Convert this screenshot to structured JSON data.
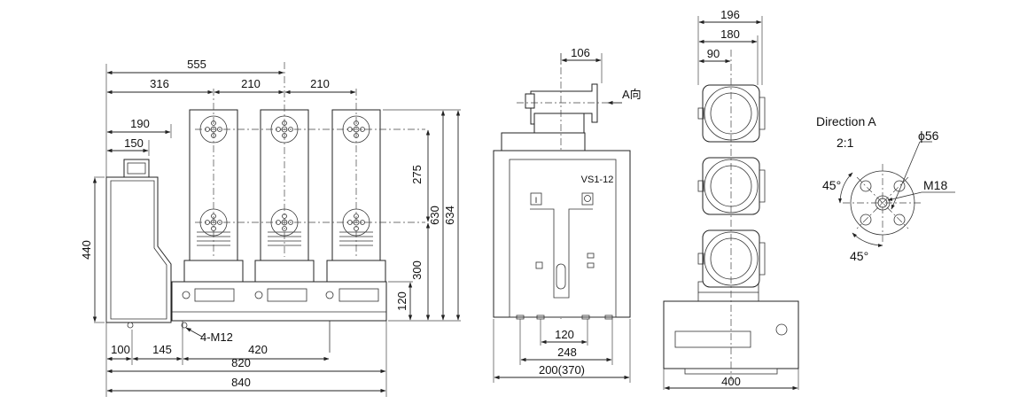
{
  "side_view": {
    "dims": {
      "d555": "555",
      "d316": "316",
      "d210a": "210",
      "d210b": "210",
      "d190": "190",
      "d150": "150",
      "d440": "440",
      "d275": "275",
      "d300": "300",
      "d630": "630",
      "d634": "634",
      "d120": "120",
      "d100": "100",
      "d145": "145",
      "d420": "420",
      "d820": "820",
      "d840": "840"
    },
    "bolt_label": "4-M12"
  },
  "front_view": {
    "dims": {
      "d106": "106",
      "d120": "120",
      "d248": "248",
      "d200": "200(370)"
    },
    "direction_marker": "A向",
    "model_label": "VS1-12",
    "switch_left": "I",
    "switch_right": "O"
  },
  "top_view": {
    "dims": {
      "d196": "196",
      "d180": "180",
      "d90": "90",
      "d400": "400"
    }
  },
  "detail_view": {
    "title": "Direction A",
    "scale": "2:1",
    "phi": "ϕ56",
    "thread": "M18",
    "angle_top": "45°",
    "angle_bottom": "45°"
  }
}
